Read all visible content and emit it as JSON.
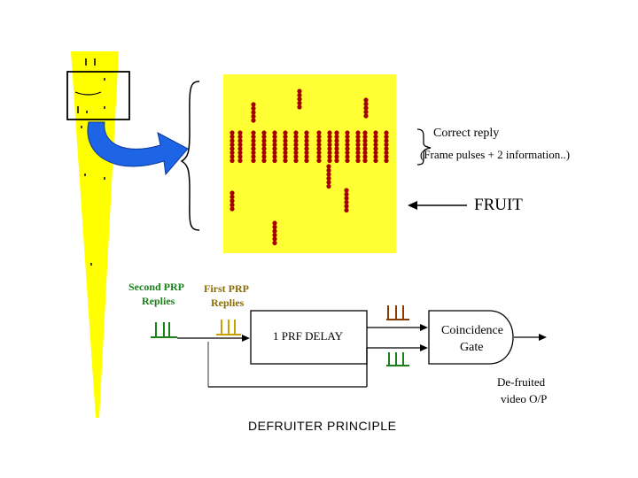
{
  "labels": {
    "correct_reply": "Correct reply",
    "frame_info": "(Frame pulses + 2 information..)",
    "fruit": "FRUIT",
    "second_prp_1": "Second PRP",
    "second_prp_2": "Replies",
    "first_prp_1": "First PRP",
    "first_prp_2": "Replies",
    "delay": "1 PRF DELAY",
    "coincidence_1": "Coincidence",
    "coincidence_2": "Gate",
    "defruited_1": "De-fruited",
    "defruited_2": "video O/P",
    "title": "DEFRUITER PRINCIPLE"
  },
  "colors": {
    "beam": "#ffff00",
    "panel": "#ffff33",
    "dots": "#a50000",
    "arrow": "#1e64e6",
    "second_replies": "#1b7f1b",
    "first_replies": "#c8a000",
    "feedback_line": "#999999"
  }
}
